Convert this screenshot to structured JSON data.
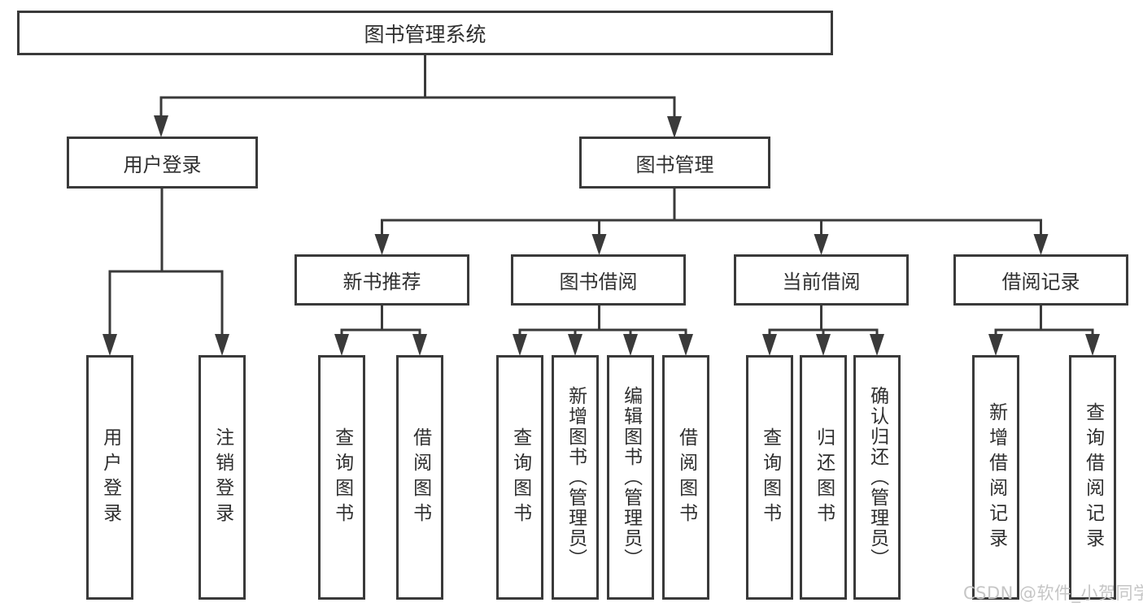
{
  "diagram": {
    "title": "图书管理系统",
    "tree": {
      "root": {
        "label": "图书管理系统"
      },
      "level2": [
        {
          "id": "user-login",
          "label": "用户登录"
        },
        {
          "id": "book-management",
          "label": "图书管理"
        }
      ],
      "level3": [
        {
          "id": "new-book-recommend",
          "parent": "book-management",
          "label": "新书推荐"
        },
        {
          "id": "book-borrowing",
          "parent": "book-management",
          "label": "图书借阅"
        },
        {
          "id": "current-borrowing",
          "parent": "book-management",
          "label": "当前借阅"
        },
        {
          "id": "borrowing-records",
          "parent": "book-management",
          "label": "借阅记录"
        }
      ],
      "leaves": [
        {
          "parent": "user-login",
          "label": "用户登录"
        },
        {
          "parent": "user-login",
          "label": "注销登录"
        },
        {
          "parent": "new-book-recommend",
          "label": "查询图书"
        },
        {
          "parent": "new-book-recommend",
          "label": "借阅图书"
        },
        {
          "parent": "book-borrowing",
          "label": "查询图书"
        },
        {
          "parent": "book-borrowing",
          "label": "新增图书（管理员）"
        },
        {
          "parent": "book-borrowing",
          "label": "编辑图书（管理员）"
        },
        {
          "parent": "book-borrowing",
          "label": "借阅图书"
        },
        {
          "parent": "current-borrowing",
          "label": "查询图书"
        },
        {
          "parent": "current-borrowing",
          "label": "归还图书"
        },
        {
          "parent": "current-borrowing",
          "label": "确认归还（管理员）"
        },
        {
          "parent": "borrowing-records",
          "label": "新增借阅记录"
        },
        {
          "parent": "borrowing-records",
          "label": "查询借阅记录"
        }
      ]
    },
    "colors": {
      "line": "#3a3a3a",
      "text": "#2f2f2f",
      "background": "#ffffff",
      "watermark": "#c6c6c6"
    }
  },
  "watermark": {
    "text": "CSDN @软件_小贺同学"
  }
}
